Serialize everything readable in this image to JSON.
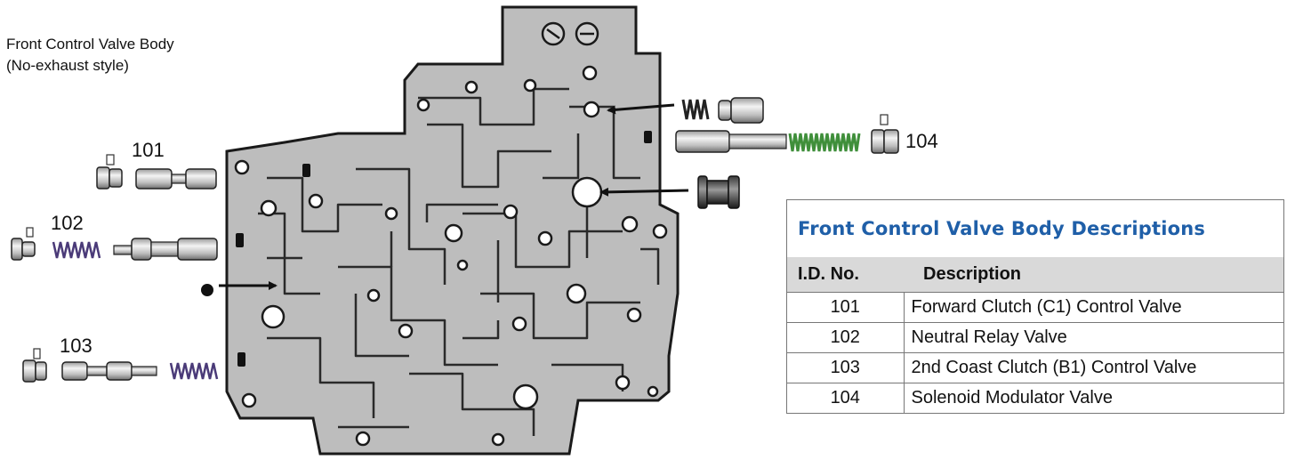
{
  "caption": {
    "line1": "Front Control Valve Body",
    "line2": "(No-exhaust style)"
  },
  "part_labels": [
    "101",
    "102",
    "103",
    "104"
  ],
  "table": {
    "title": "Front Control Valve Body Descriptions",
    "headers": [
      "I.D. No.",
      "Description"
    ],
    "rows": [
      {
        "id": "101",
        "desc": "Forward Clutch (C1) Control Valve"
      },
      {
        "id": "102",
        "desc": "Neutral Relay Valve"
      },
      {
        "id": "103",
        "desc": "2nd Coast Clutch (B1) Control Valve"
      },
      {
        "id": "104",
        "desc": "Solenoid Modulator Valve"
      }
    ]
  },
  "colors": {
    "title_blue": "#1f5fa8",
    "header_gray": "#d9d9d9",
    "body_gray": "#b8b8b8",
    "spring_green": "#3f8f3a",
    "spring_purple": "#4a3a78"
  }
}
